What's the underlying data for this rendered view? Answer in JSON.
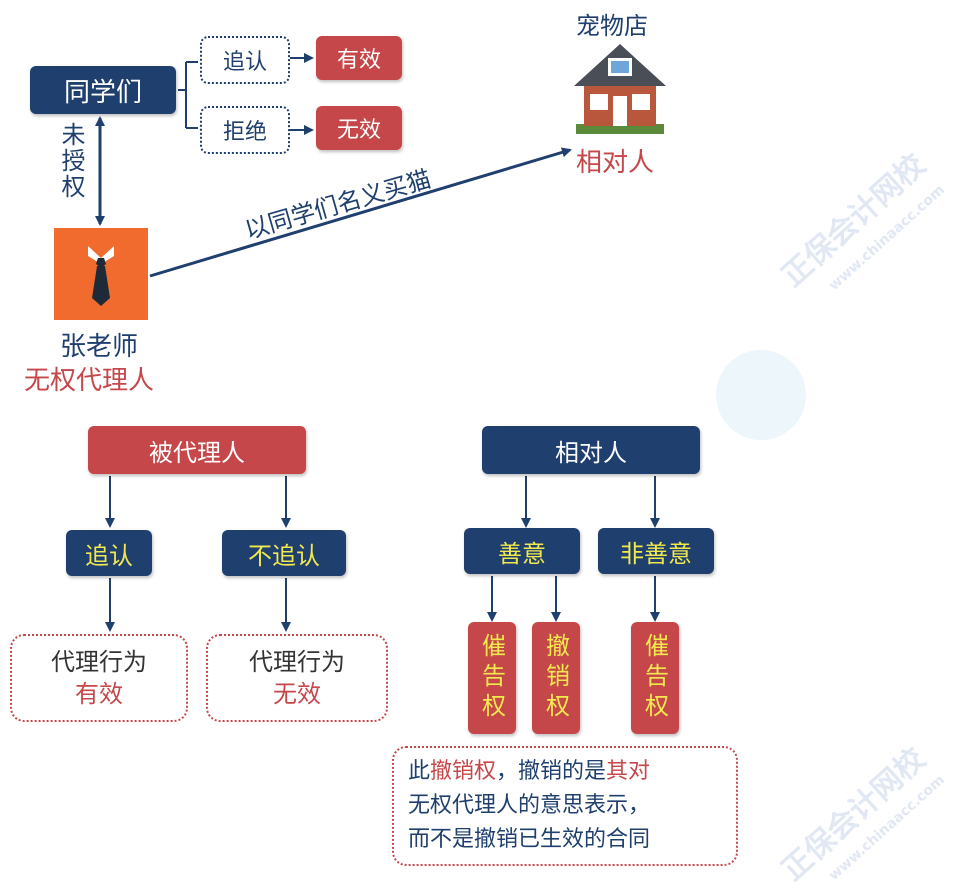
{
  "top": {
    "classmates": "同学们",
    "vertical_label": "未授权",
    "ratify": "追认",
    "refuse": "拒绝",
    "valid": "有效",
    "invalid": "无效",
    "shop": "宠物店",
    "counterparty": "相对人",
    "action": "以同学们名义买猫",
    "teacher_name": "张老师",
    "teacher_role": "无权代理人"
  },
  "left_tree": {
    "root": "被代理人",
    "branch_ratify": "追认",
    "branch_not_ratify": "不追认",
    "result_line1": "代理行为",
    "result_valid": "有效",
    "result_invalid": "无效"
  },
  "right_tree": {
    "root": "相对人",
    "good_faith": "善意",
    "bad_faith": "非善意",
    "urge_right": "催告权",
    "revoke_right": "撤销权"
  },
  "note": {
    "p1": "此",
    "p2": "撤销权",
    "p3": "，撤销的是",
    "p4": "其对",
    "p5": "无权代理人的意思表示，",
    "p6": "而不是撤销已生效的合同"
  },
  "watermark": {
    "cn": "正保会计网校",
    "en": "www.chinaacc.com"
  },
  "colors": {
    "navy": "#1f3f6e",
    "red": "#c5474a",
    "yellow": "#f2e94e",
    "orange": "#f26b2e"
  }
}
